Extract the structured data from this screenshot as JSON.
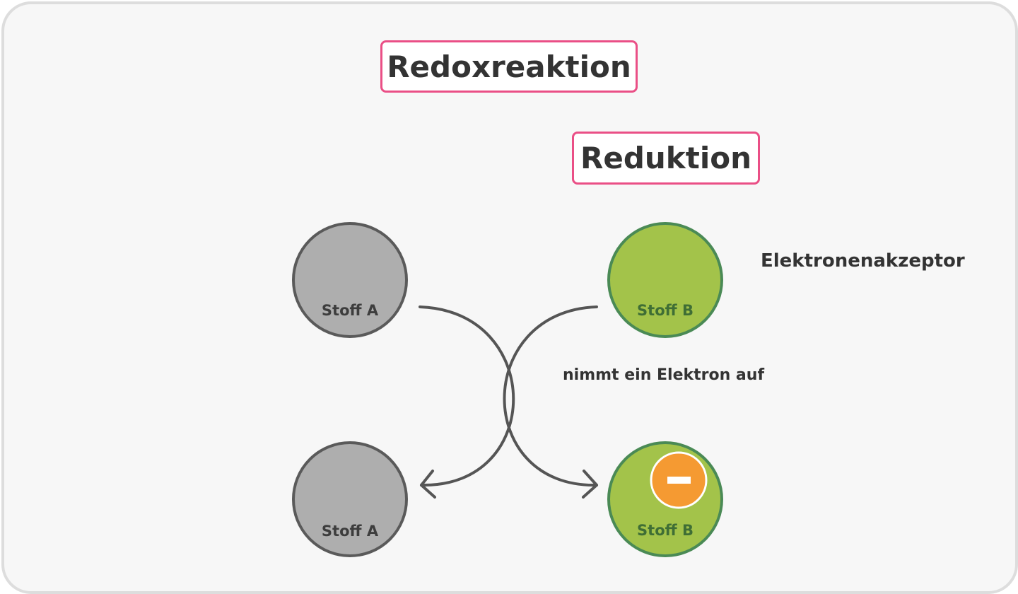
{
  "title": "Redoxreaktion",
  "subtitle": "Reduktion",
  "acceptor_label": "Elektronenakzeptor",
  "action_label": "nimmt ein Elektron auf",
  "substances": {
    "a_top": "Stoff A",
    "b_top": "Stoff B",
    "a_bottom": "Stoff A",
    "b_bottom": "Stoff B"
  },
  "electron_sign": "−",
  "colors": {
    "accent_border": "#ea4f86",
    "substance_a_fill": "#aeaeae",
    "substance_a_stroke": "#5a5a5a",
    "substance_b_fill": "#a3c34a",
    "substance_b_stroke": "#4a8a55",
    "substance_b_text": "#3f6e35",
    "electron_fill": "#f59a32",
    "arrow": "#555555"
  }
}
